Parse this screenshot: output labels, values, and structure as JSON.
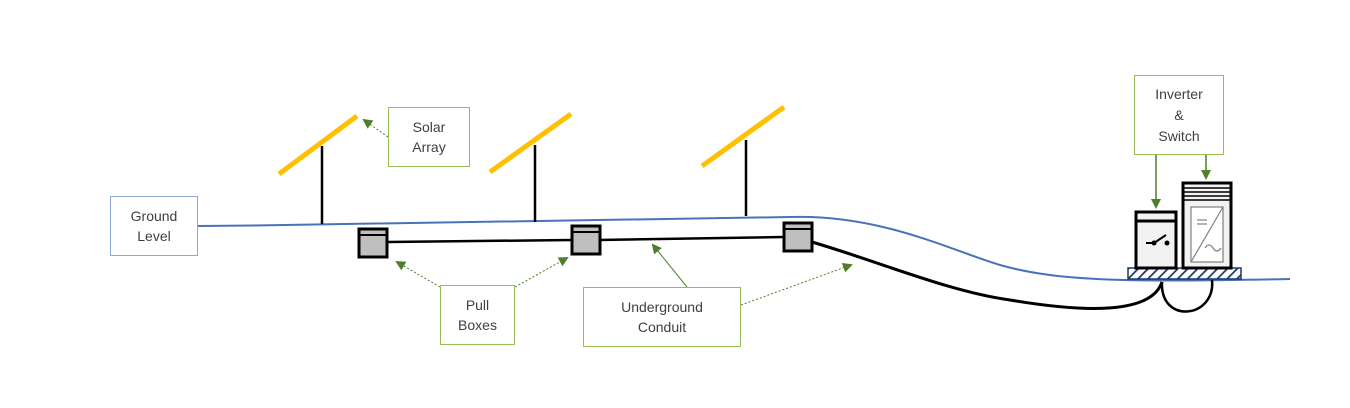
{
  "labels": {
    "ground_level": [
      "Ground",
      "Level"
    ],
    "solar_array": [
      "Solar",
      "Array"
    ],
    "pull_boxes": [
      "Pull",
      "Boxes"
    ],
    "underground_conduit": [
      "Underground",
      "Conduit"
    ],
    "inverter_switch": [
      "Inverter",
      "&",
      "Switch"
    ]
  },
  "colors": {
    "ground_line": "#4a72b8",
    "label_box_blue_border": "#8ea9d8",
    "label_box_green_border": "#9bbb59",
    "label_text": "#404040",
    "solar_panel": "#ffc000",
    "pole": "#000000",
    "conduit": "#000000",
    "pull_box_fill": "#bfbfbf",
    "arrow": "#4f7f2a",
    "pad_hatch": "#1f3864",
    "inverter_fill": "#f2f2f2"
  },
  "components": {
    "solar_panels": 3,
    "pull_boxes": 3,
    "icons": [
      "solar-panel-icon",
      "pull-box-icon",
      "disconnect-switch-icon",
      "inverter-icon",
      "equipment-pad-icon"
    ]
  }
}
